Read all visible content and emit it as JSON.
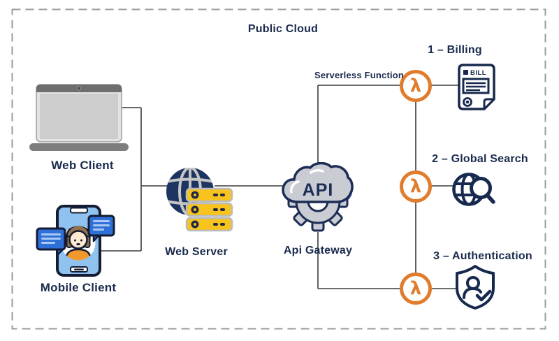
{
  "diagram": {
    "title": "Public Cloud",
    "clients": {
      "web": {
        "label": "Web Client",
        "icon": "laptop-icon"
      },
      "mobile": {
        "label": "Mobile Client",
        "icon": "smartphone-chat-icon"
      }
    },
    "middleware": {
      "web_server": {
        "label": "Web Server",
        "icon": "globe-server-icon"
      },
      "api_gateway": {
        "label": "Api Gateway",
        "icon": "cloud-gear-icon",
        "badge_text": "API"
      }
    },
    "serverless": {
      "label": "Serverless Function",
      "symbol": "λ"
    },
    "services": [
      {
        "label": "1 – Billing",
        "icon": "bill-document-icon",
        "doc_text": "BILL"
      },
      {
        "label": "2 – Global Search",
        "icon": "globe-magnifier-icon"
      },
      {
        "label": "3 – Authentication",
        "icon": "shield-user-check-icon"
      }
    ],
    "colors": {
      "text_navy": "#1b2b4e",
      "icon_navy": "#1c2c55",
      "lambda_orange": "#e07c2d",
      "server_yellow": "#f8c31d",
      "chat_blue": "#2e70d8",
      "screen_blue": "#8fc2ee",
      "connector_gray": "#3a3a3a",
      "dashed_border_gray": "#9b9b9b"
    }
  }
}
